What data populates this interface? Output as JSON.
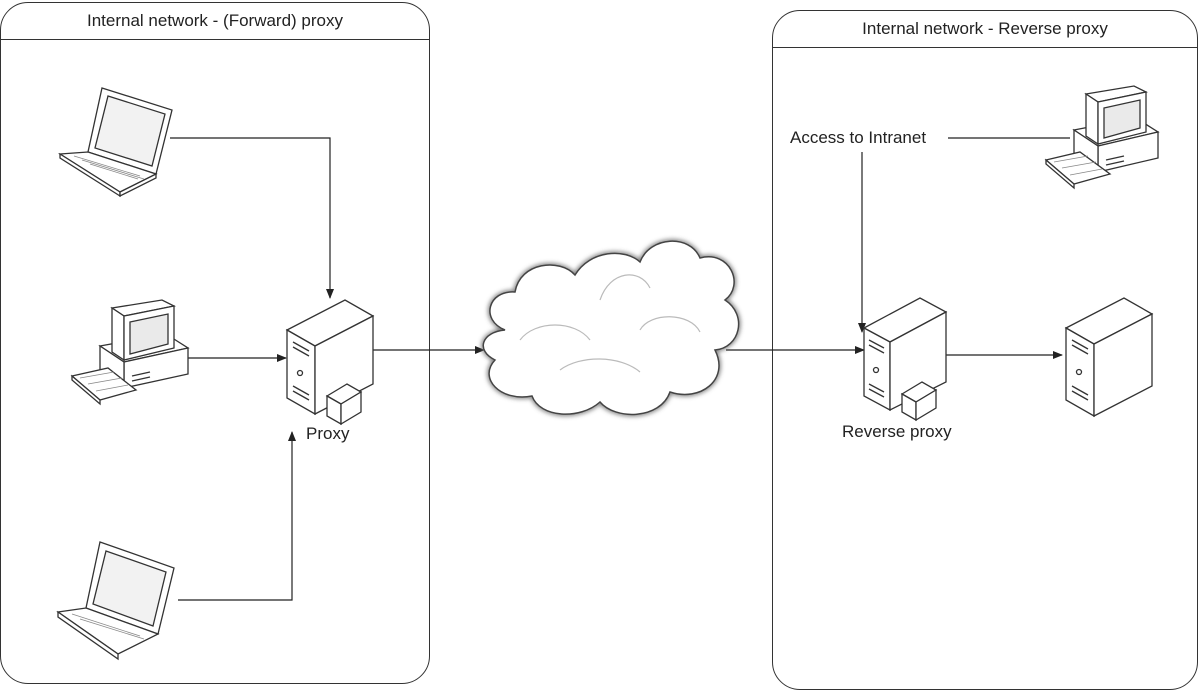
{
  "panels": {
    "forward": {
      "title": "Internal network - (Forward) proxy"
    },
    "reverse": {
      "title": "Internal network - Reverse proxy"
    }
  },
  "labels": {
    "proxy": "Proxy",
    "reverse_proxy": "Reverse proxy",
    "access_intranet": "Access to Intranet"
  },
  "nodes": {
    "laptop_top": {
      "icon": "laptop-icon"
    },
    "desktop_left": {
      "icon": "desktop-computer-icon"
    },
    "laptop_bottom": {
      "icon": "laptop-icon"
    },
    "proxy_server": {
      "icon": "server-icon"
    },
    "internet": {
      "icon": "cloud-icon"
    },
    "reverse_proxy_server": {
      "icon": "server-icon"
    },
    "backend_server": {
      "icon": "server-icon"
    },
    "desktop_right": {
      "icon": "desktop-computer-icon"
    }
  },
  "colors": {
    "line": "#222222",
    "stroke": "#333333",
    "fill": "#ffffff"
  }
}
